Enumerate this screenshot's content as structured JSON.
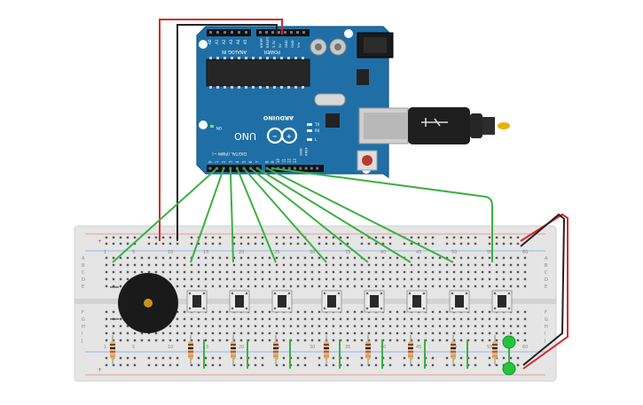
{
  "arduino": {
    "brand": "ARDUINO",
    "model": "UNO",
    "on_label": "ON",
    "tx_label": "TX",
    "rx_label": "RX",
    "l_label": "L",
    "power_label": "POWER",
    "analog_label": "ANALOG IN",
    "digital_label": "DIGITAL (PWM ~)",
    "ioref_label": "IOREF",
    "reset_label": "RESET",
    "v33_label": "3.3V",
    "v5_label": "5V",
    "gnd_label": "GND",
    "vin_label": "Vin",
    "aref_label": "AREF",
    "analog_pins": [
      "A0",
      "A1",
      "A2",
      "A3",
      "A4",
      "A5"
    ],
    "digital_pins": [
      "0",
      "1",
      "2",
      "3",
      "4",
      "5",
      "6",
      "7",
      "8",
      "9",
      "10",
      "11",
      "12",
      "13"
    ]
  },
  "breadboard": {
    "column_numbers": [
      "1",
      "5",
      "10",
      "15",
      "20",
      "25",
      "30",
      "35",
      "40",
      "45",
      "50",
      "55",
      "60"
    ],
    "row_letters_top": [
      "A",
      "B",
      "C",
      "D",
      "E"
    ],
    "row_letters_bottom": [
      "F",
      "G",
      "H",
      "I",
      "J"
    ],
    "plus_label": "+",
    "minus_label": "-"
  },
  "components": {
    "buzzer_name": "piezo-buzzer",
    "pushbutton_count": 8,
    "resistor_count": 9,
    "led_count": 2
  },
  "colors": {
    "board_blue": "#1f6fa6",
    "board_edge": "#175a86",
    "wire_green": "#3cb043",
    "wire_red": "#d42a2a",
    "wire_black": "#222222",
    "breadboard": "#e6e6e6",
    "led_green": "#22c53a"
  }
}
